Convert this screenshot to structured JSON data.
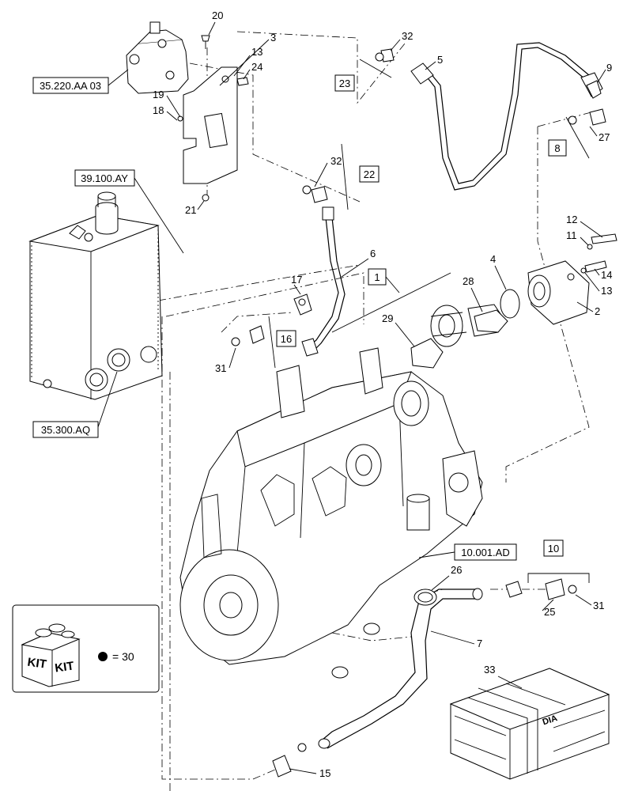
{
  "callouts": {
    "c1": "1",
    "c2": "2",
    "c3": "3",
    "c4": "4",
    "c5": "5",
    "c6": "6",
    "c7": "7",
    "c8": "8",
    "c9": "9",
    "c10": "10",
    "c11": "11",
    "c12": "12",
    "c13a": "13",
    "c13b": "13",
    "c14": "14",
    "c15": "15",
    "c16": "16",
    "c17": "17",
    "c18": "18",
    "c19": "19",
    "c20": "20",
    "c21": "21",
    "c22": "22",
    "c23": "23",
    "c24": "24",
    "c25": "25",
    "c26": "26",
    "c27": "27",
    "c28": "28",
    "c29": "29",
    "c31a": "31",
    "c31b": "31",
    "c32a": "32",
    "c32b": "32",
    "c33": "33"
  },
  "references": {
    "ref_valve": "35.220.AA 03",
    "ref_tank": "39.100.AY",
    "ref_tank_outlet": "35.300.AQ",
    "ref_engine": "10.001.AD"
  },
  "kit_legend": {
    "kit_word": "KIT",
    "equals": "= 30"
  },
  "crate_mark": "DIA"
}
